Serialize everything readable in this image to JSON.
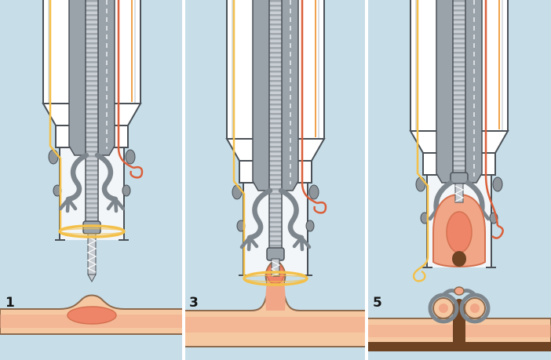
{
  "figure": {
    "type": "medical-illustration",
    "subject": "endoscopic full-thickness resection device shown in three sequential steps over a bowel-wall lesion",
    "panels": [
      {
        "label": "1",
        "scene": "device with corkscrew grasper positioned above flat lesion in tissue wall"
      },
      {
        "label": "3",
        "scene": "lesion tented and retracted into cap, snare loop closing around tissue base"
      },
      {
        "label": "5",
        "scene": "clip deployed closing the wall defect, resected specimen held inside cap"
      }
    ],
    "colors": {
      "background": "#c7dee9",
      "divider": "#ffffff",
      "device_white": "#ffffff",
      "cap_interior": "#f2f6f8",
      "outline_dark": "#4a5056",
      "shaft_gray": "#9aa2aa",
      "device_gray": "#8e959b",
      "grasper_gray": "#7e868d",
      "screw_gray": "#c6ccd1",
      "snare_yellow": "#f3c04b",
      "wire_red": "#da5f3a",
      "wire_orange": "#f0a24a",
      "tissue_light": "#f6c8a2",
      "tissue_salmon": "#f0a687",
      "lesion": "#ee8468",
      "lesion_outline": "#d4714f",
      "tissue_outline": "#8c6a4e",
      "deep_layer": "#6d4324",
      "label_color": "#141414"
    }
  }
}
